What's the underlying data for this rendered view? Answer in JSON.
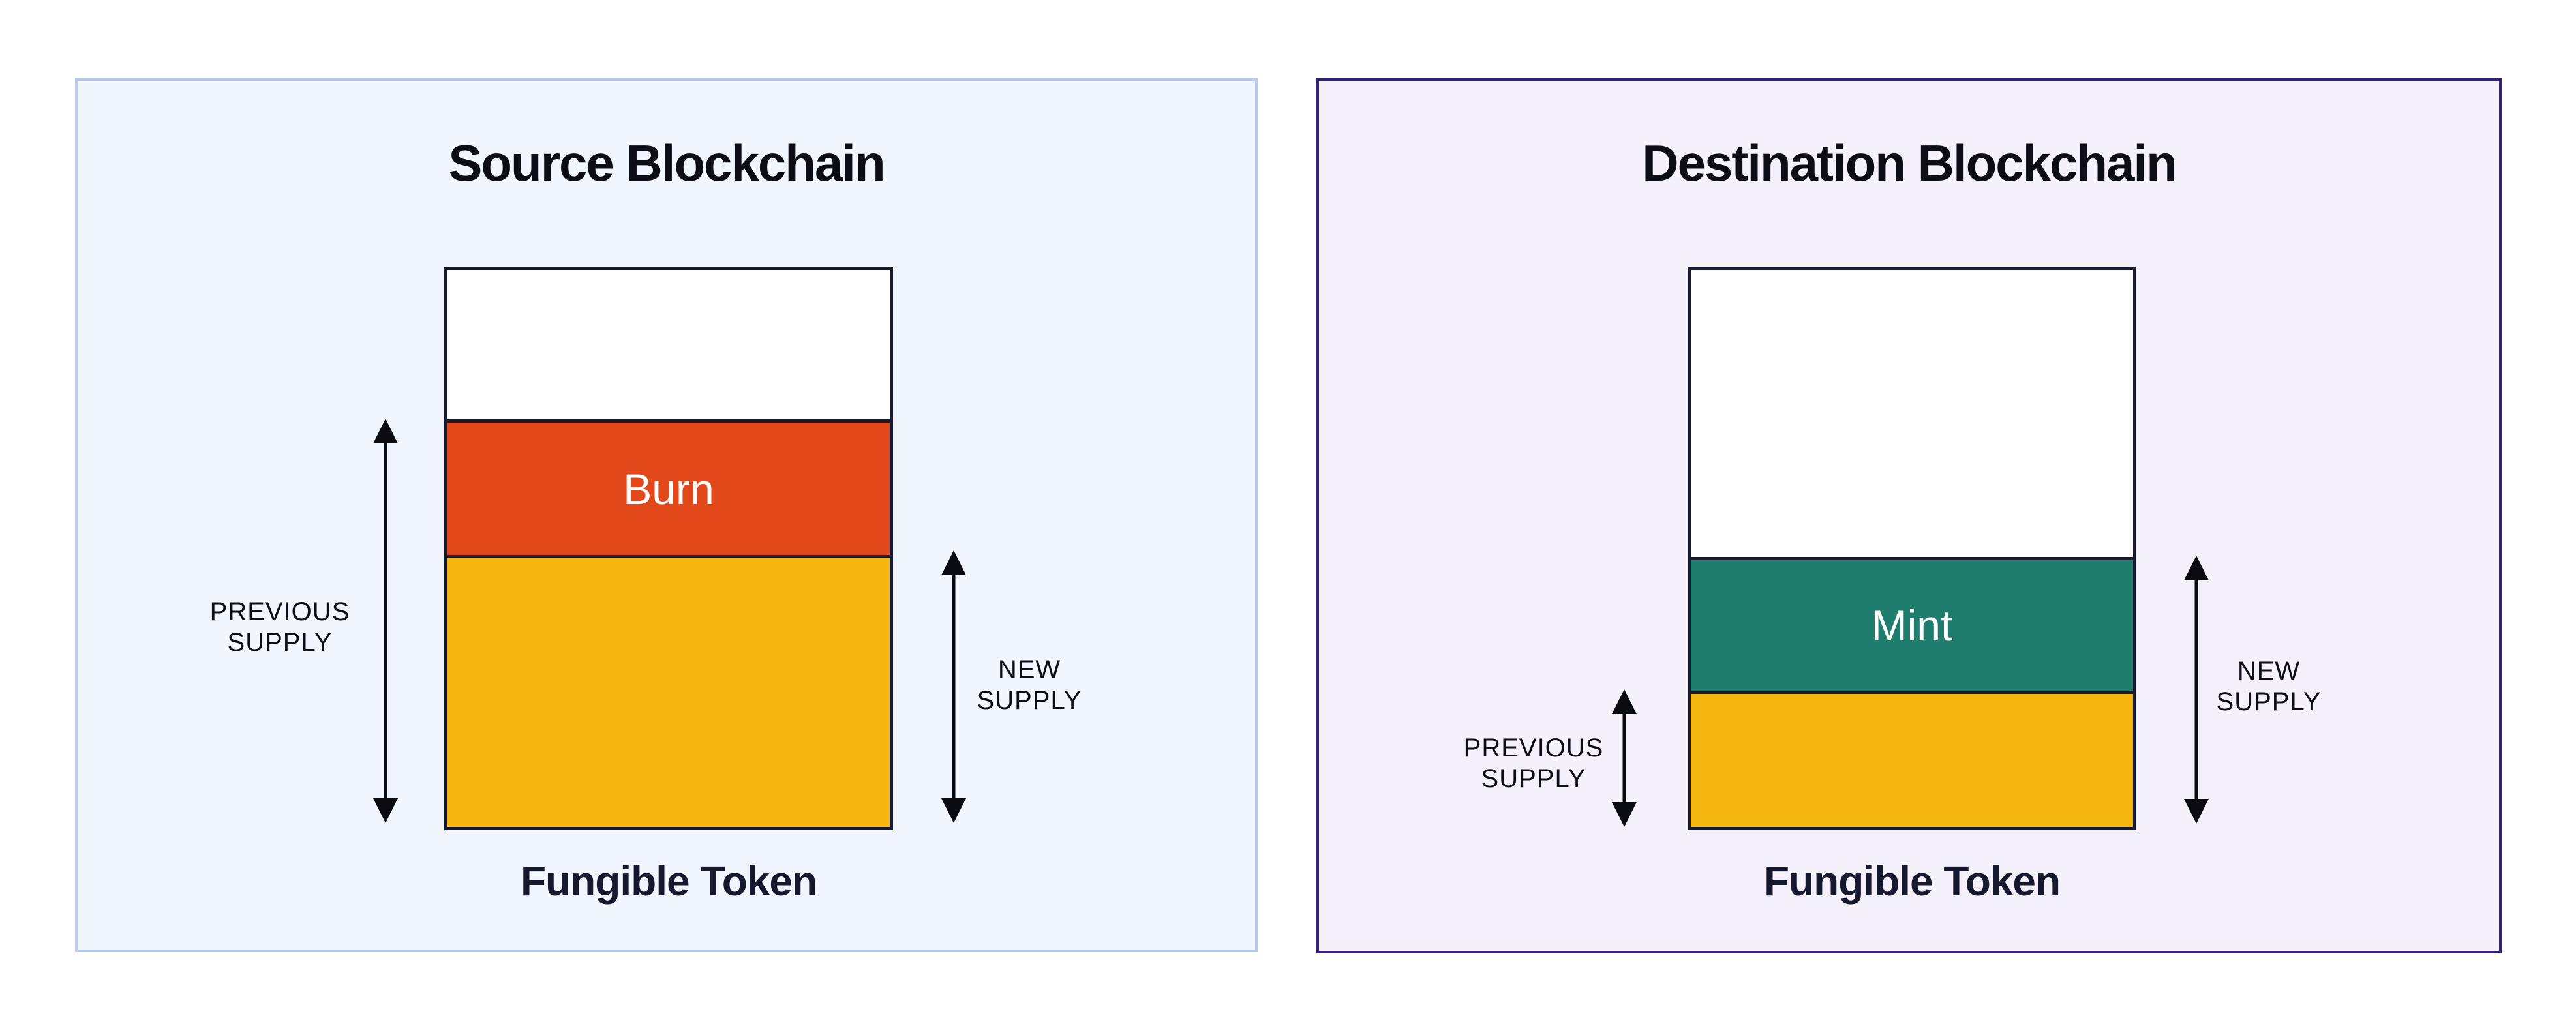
{
  "diagram": {
    "name": "burn-and-mint token transfer",
    "background": "#FFFFFF",
    "arrow_color": "#0B0C12"
  },
  "panels": [
    {
      "title": "Source Blockchain",
      "background": "#F1F5FD",
      "border_color": "#B7CBF1",
      "token_label": "Fungible Token",
      "bar": {
        "border_color": "#181A2E",
        "segments": [
          {
            "name": "unissued",
            "label": "",
            "color": "#FFFFFF",
            "height_frac": 0.27
          },
          {
            "name": "burn",
            "label": "Burn",
            "color": "#E2481A",
            "text_color": "#FFFFFF",
            "height_frac": 0.24
          },
          {
            "name": "supply",
            "label": "",
            "color": "#F5B70D",
            "height_frac": 0.49
          }
        ]
      },
      "measures": [
        {
          "side": "left",
          "lines": [
            "PREVIOUS",
            "SUPPLY"
          ],
          "spans": "burn+supply"
        },
        {
          "side": "right",
          "lines": [
            "NEW",
            "SUPPLY"
          ],
          "spans": "supply"
        }
      ]
    },
    {
      "title": "Destination Blockchain",
      "background": "#F4F1FA",
      "border_color": "#34217C",
      "token_label": "Fungible Token",
      "bar": {
        "border_color": "#181A2E",
        "segments": [
          {
            "name": "unissued",
            "label": "",
            "color": "#FFFFFF",
            "height_frac": 0.515
          },
          {
            "name": "mint",
            "label": "Mint",
            "color": "#1F7D6E",
            "text_color": "#FFFFFF",
            "height_frac": 0.237
          },
          {
            "name": "supply",
            "label": "",
            "color": "#F5B70D",
            "height_frac": 0.248
          }
        ]
      },
      "measures": [
        {
          "side": "left",
          "lines": [
            "PREVIOUS",
            "SUPPLY"
          ],
          "spans": "supply"
        },
        {
          "side": "right",
          "lines": [
            "NEW",
            "SUPPLY"
          ],
          "spans": "mint+supply"
        }
      ]
    }
  ]
}
